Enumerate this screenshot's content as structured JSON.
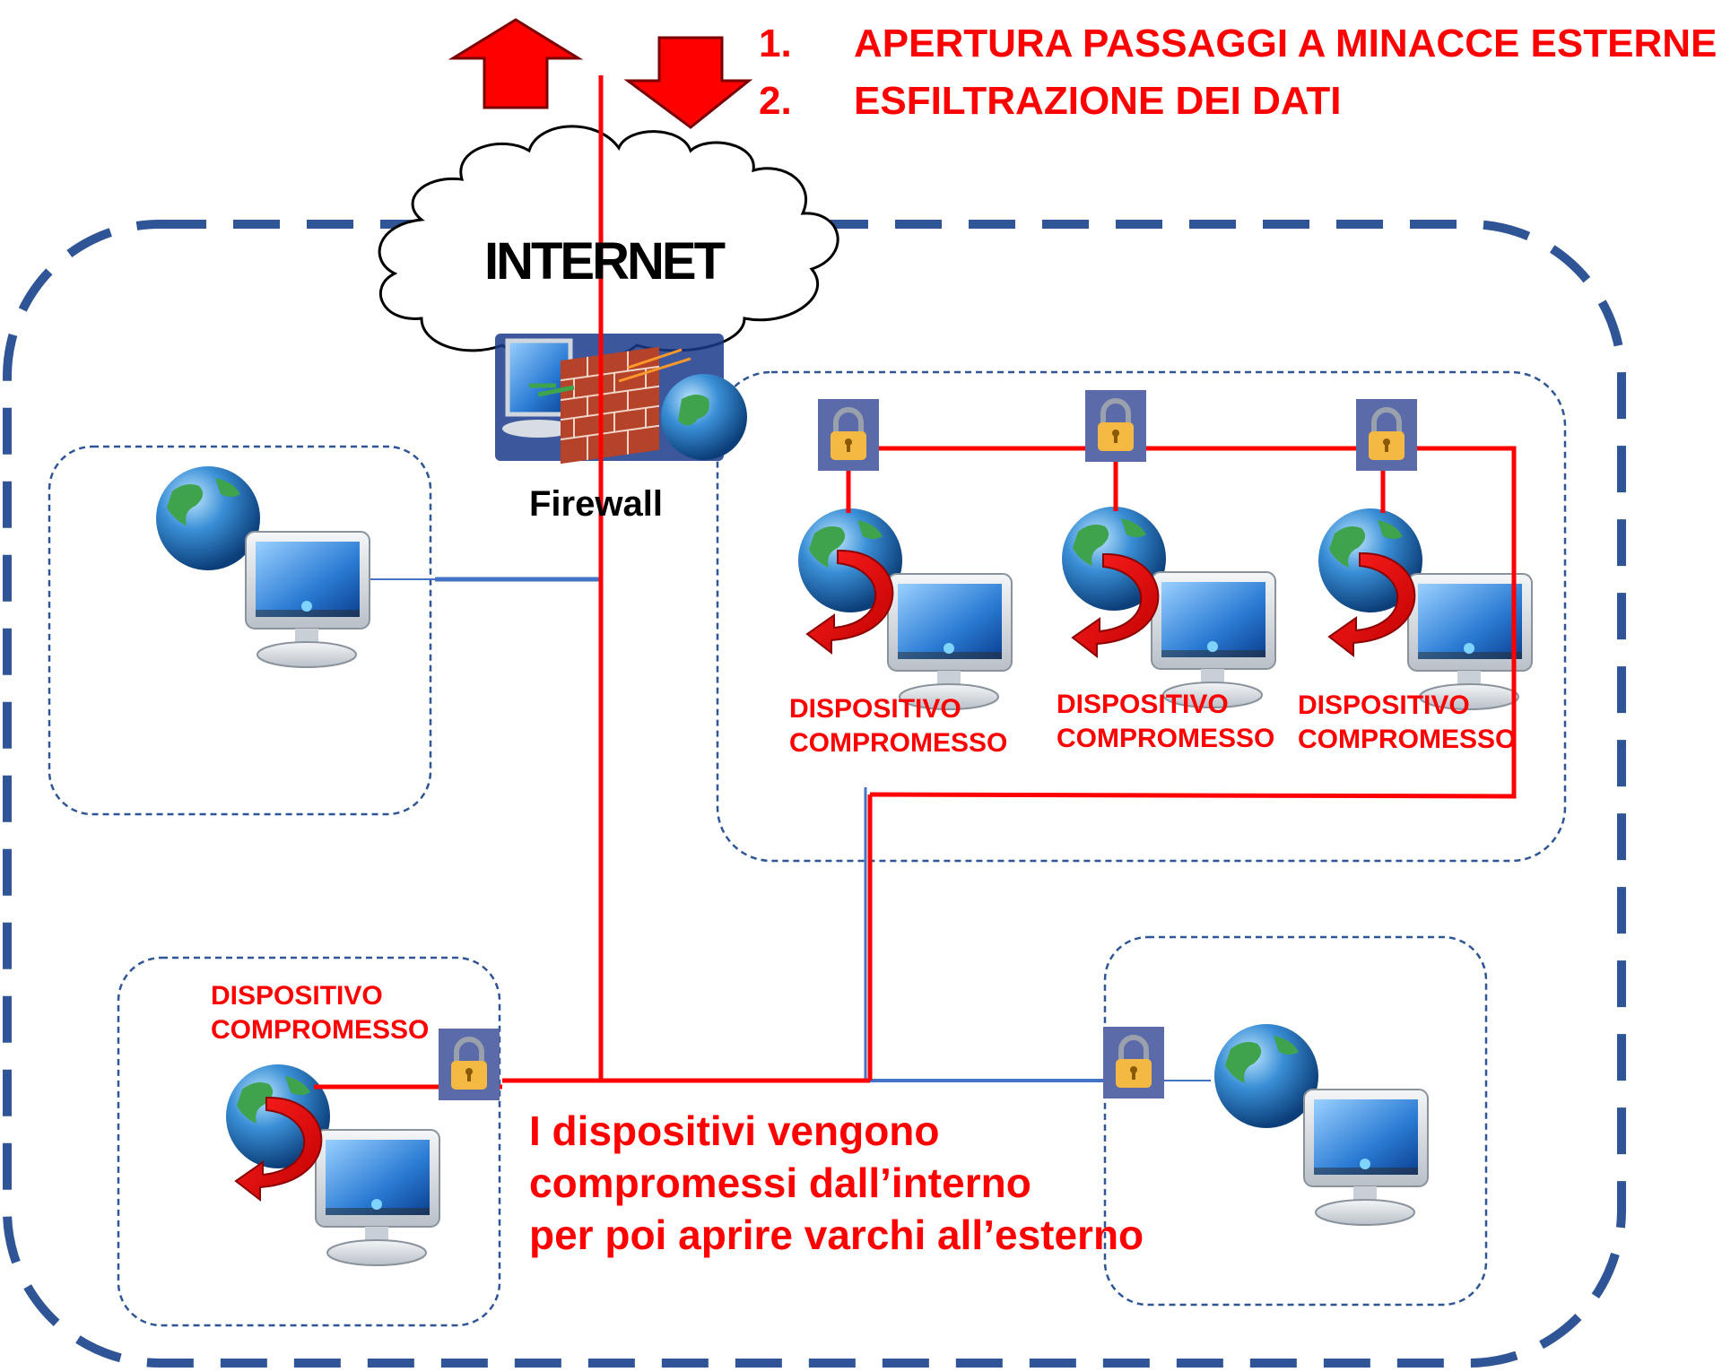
{
  "header": {
    "items": [
      {
        "number": "1.",
        "text": "APERTURA PASSAGGI A MINACCE ESTERNE"
      },
      {
        "number": "2.",
        "text": "ESFILTRAZIONE DEI DATI"
      }
    ]
  },
  "cloud_label": "INTERNET",
  "firewall_label": "Firewall",
  "device_labels": [
    {
      "line1": "DISPOSITIVO",
      "line2": "COMPROMESSO"
    },
    {
      "line1": "DISPOSITIVO",
      "line2": "COMPROMESSO"
    },
    {
      "line1": "DISPOSITIVO",
      "line2": "COMPROMESSO"
    },
    {
      "line1": "DISPOSITIVO",
      "line2": "COMPROMESSO"
    }
  ],
  "caption": {
    "line1": "I dispositivi vengono",
    "line2": "compromessi dall’interno",
    "line3": "per poi aprire varchi all’esterno"
  },
  "colors": {
    "threat_red": "#ff0000",
    "boundary_blue": "#2f5597",
    "link_blue": "#4472c4",
    "lock_badge": "#5b6aa8",
    "lock_body": "#f4b942"
  },
  "icons": [
    "arrow-up-icon",
    "arrow-down-icon",
    "cloud-icon",
    "firewall-icon",
    "computer-globe-icon",
    "lock-icon",
    "compromise-arrow-icon"
  ]
}
